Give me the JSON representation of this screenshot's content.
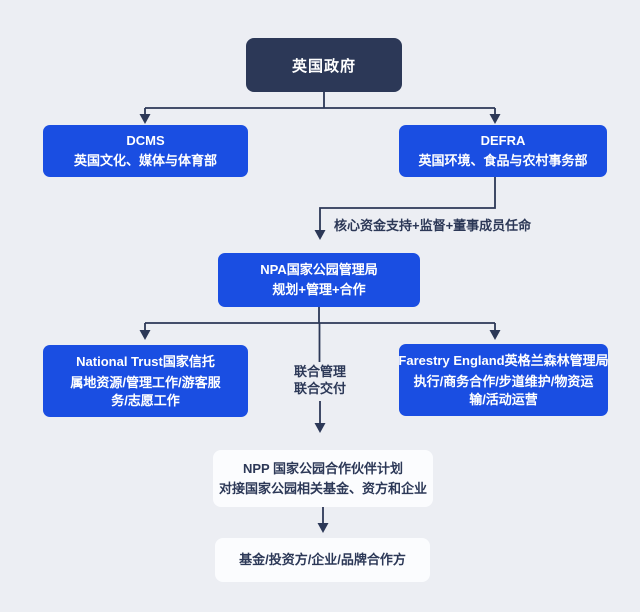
{
  "page": {
    "background": "#ECEEF3"
  },
  "colors": {
    "background": "#ECEEF3",
    "navy": "#2C3857",
    "blue": "#1A4EE2",
    "light_box": "#FBFCFE",
    "box_text": "#FFFFFF"
  },
  "nodes": {
    "gov": {
      "title": "英国政府"
    },
    "dcms": {
      "title": "DCMS",
      "subtitle": "英国文化、媒体与体育部"
    },
    "defra": {
      "title": "DEFRA",
      "subtitle": "英国环境、食品与农村事务部"
    },
    "npa": {
      "title": "NPA国家公园管理局",
      "subtitle": "规划+管理+合作"
    },
    "national_trust": {
      "title": "National Trust国家信托",
      "subtitle": "属地资源/管理工作/游客服务/志愿工作"
    },
    "forestry_england": {
      "title": "Farestry England英格兰森林管理局",
      "subtitle": "执行/商务合作/步道维护/物资运输/活动运营"
    },
    "npp": {
      "title": "NPP 国家公园合作伙伴计划",
      "subtitle": "对接国家公园相关基金、资方和企业"
    },
    "partners": {
      "title": "基金/投资方/企业/品牌合作方"
    }
  },
  "edge_labels": {
    "defra_to_npa": "核心资金支持+监督+董事成员任命",
    "joint_line1": "联合管理",
    "joint_line2": "联合交付"
  }
}
